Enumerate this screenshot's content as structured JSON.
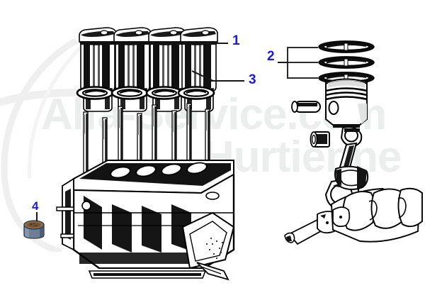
{
  "diagram": {
    "title": "Engine block and pistons exploded parts diagram",
    "background_color": "#ffffff",
    "label_color": "#1b1be0",
    "line_color": "#161616",
    "watermark_color": "#eceded"
  },
  "watermark": {
    "line1": "Alfa-Service.com",
    "line2": "Hurtienne",
    "logo_icon": "swoosh-logo-icon"
  },
  "callouts": [
    {
      "number": "1",
      "part": "cylinder-liner",
      "leader": "horizontal"
    },
    {
      "number": "2",
      "part": "piston-ring-set",
      "leader": "bracket-three"
    },
    {
      "number": "3",
      "part": "liner-base-gasket-ring",
      "leader": "diagonal"
    },
    {
      "number": "4",
      "part": "camshaft-bushing",
      "leader": "vertical"
    }
  ],
  "parts": {
    "cylinder_liners": {
      "name": "cylinder-liner",
      "count": 4
    },
    "gasket_rings": {
      "name": "liner-base-gasket-ring",
      "count": 4
    },
    "engine_block": {
      "name": "engine-block",
      "count": 1
    },
    "block_studs": {
      "name": "cylinder-head-stud",
      "count": 8
    },
    "piston_rings": {
      "name": "piston-ring",
      "count": 3
    },
    "piston": {
      "name": "piston",
      "count": 1
    },
    "wrist_pin": {
      "name": "wrist-pin",
      "count": 1
    },
    "small_bushing": {
      "name": "connecting-rod-bushing",
      "count": 1
    },
    "connecting_rod": {
      "name": "connecting-rod",
      "count": 1
    },
    "main_bearing_shell": {
      "name": "main-bearing-shell",
      "count": 1
    },
    "crankshaft": {
      "name": "crankshaft",
      "count": 1
    },
    "bushing_4": {
      "name": "camshaft-bushing",
      "body_color": "#6d7f98",
      "top_color": "#8a6b4a",
      "rim_color": "#3e4c5e"
    }
  }
}
